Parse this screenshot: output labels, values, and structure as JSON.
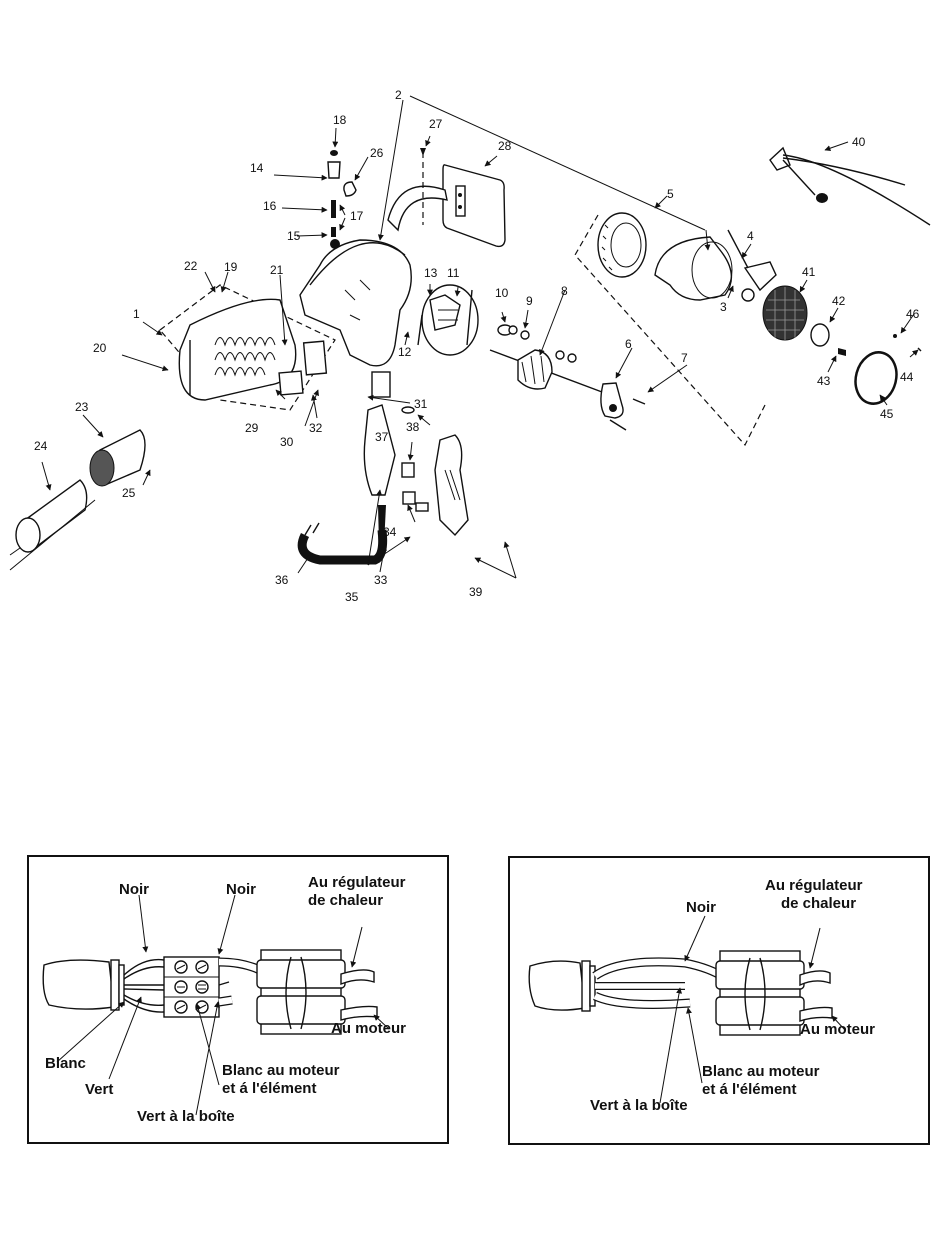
{
  "exploded_view": {
    "callouts": [
      "1",
      "2",
      "3",
      "4",
      "5",
      "6",
      "7",
      "8",
      "9",
      "10",
      "11",
      "12",
      "13",
      "14",
      "15",
      "16",
      "17",
      "18",
      "19",
      "20",
      "21",
      "22",
      "23",
      "24",
      "25",
      "26",
      "27",
      "28",
      "29",
      "30",
      "31",
      "32",
      "33",
      "34",
      "35",
      "36",
      "37",
      "38",
      "39",
      "40",
      "41",
      "42",
      "43",
      "44",
      "45",
      "46"
    ]
  },
  "wiring_left": {
    "labels": {
      "noir_1": "Noir",
      "noir_2": "Noir",
      "regulateur_1": "Au régulateur",
      "regulateur_2": "de chaleur",
      "moteur": "Au moteur",
      "blanc": "Blanc",
      "vert": "Vert",
      "blanc_moteur_1": "Blanc au moteur",
      "blanc_moteur_2": "et á l'élément",
      "vert_boite": "Vert à la boîte"
    }
  },
  "wiring_right": {
    "labels": {
      "noir": "Noir",
      "regulateur_1": "Au régulateur",
      "regulateur_2": "de chaleur",
      "moteur": "Au moteur",
      "blanc_moteur_1": "Blanc au moteur",
      "blanc_moteur_2": "et á l'élément",
      "vert_boite": "Vert à la boîte"
    }
  }
}
